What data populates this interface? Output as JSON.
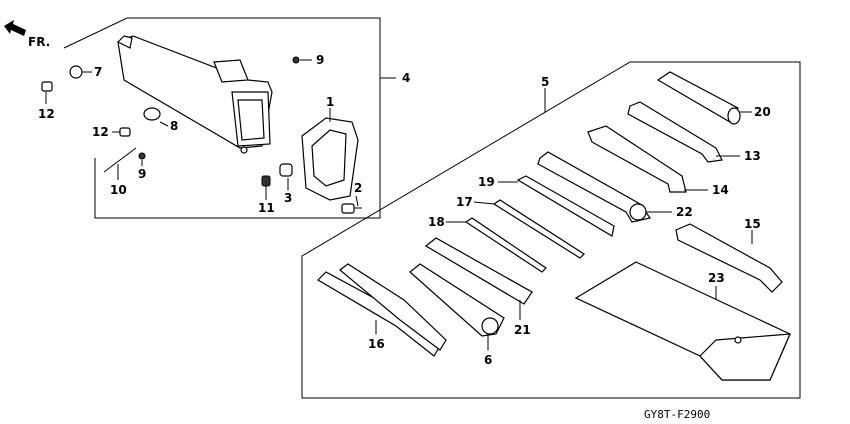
{
  "direction_label": "FR.",
  "drawing_code": "GY8T-F2900",
  "callouts": {
    "c1": "1",
    "c2": "2",
    "c3": "3",
    "c4": "4",
    "c5": "5",
    "c6": "6",
    "c7": "7",
    "c8": "8",
    "c9a": "9",
    "c9b": "9",
    "c10": "10",
    "c11": "11",
    "c12a": "12",
    "c12b": "12",
    "c13": "13",
    "c14": "14",
    "c15": "15",
    "c16": "16",
    "c17": "17",
    "c18": "18",
    "c19": "19",
    "c20": "20",
    "c21": "21",
    "c22": "22",
    "c23": "23"
  }
}
